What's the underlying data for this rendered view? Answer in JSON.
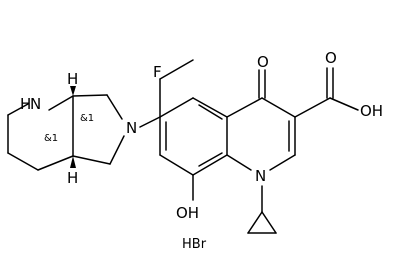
{
  "molecule": {
    "atoms": {
      "nh": "N",
      "h_nh": "H",
      "h_top": "H",
      "h_bot": "H",
      "n_pyrrolidine": "N",
      "n_quinoline": "N",
      "fluorine": "F",
      "ketone_o": "O",
      "acid_o": "O",
      "acid_oh": "OH",
      "hydroxyl": "OH"
    },
    "stereo_labels": {
      "top": "&1",
      "bottom": "&1"
    },
    "salt": "HBr"
  }
}
